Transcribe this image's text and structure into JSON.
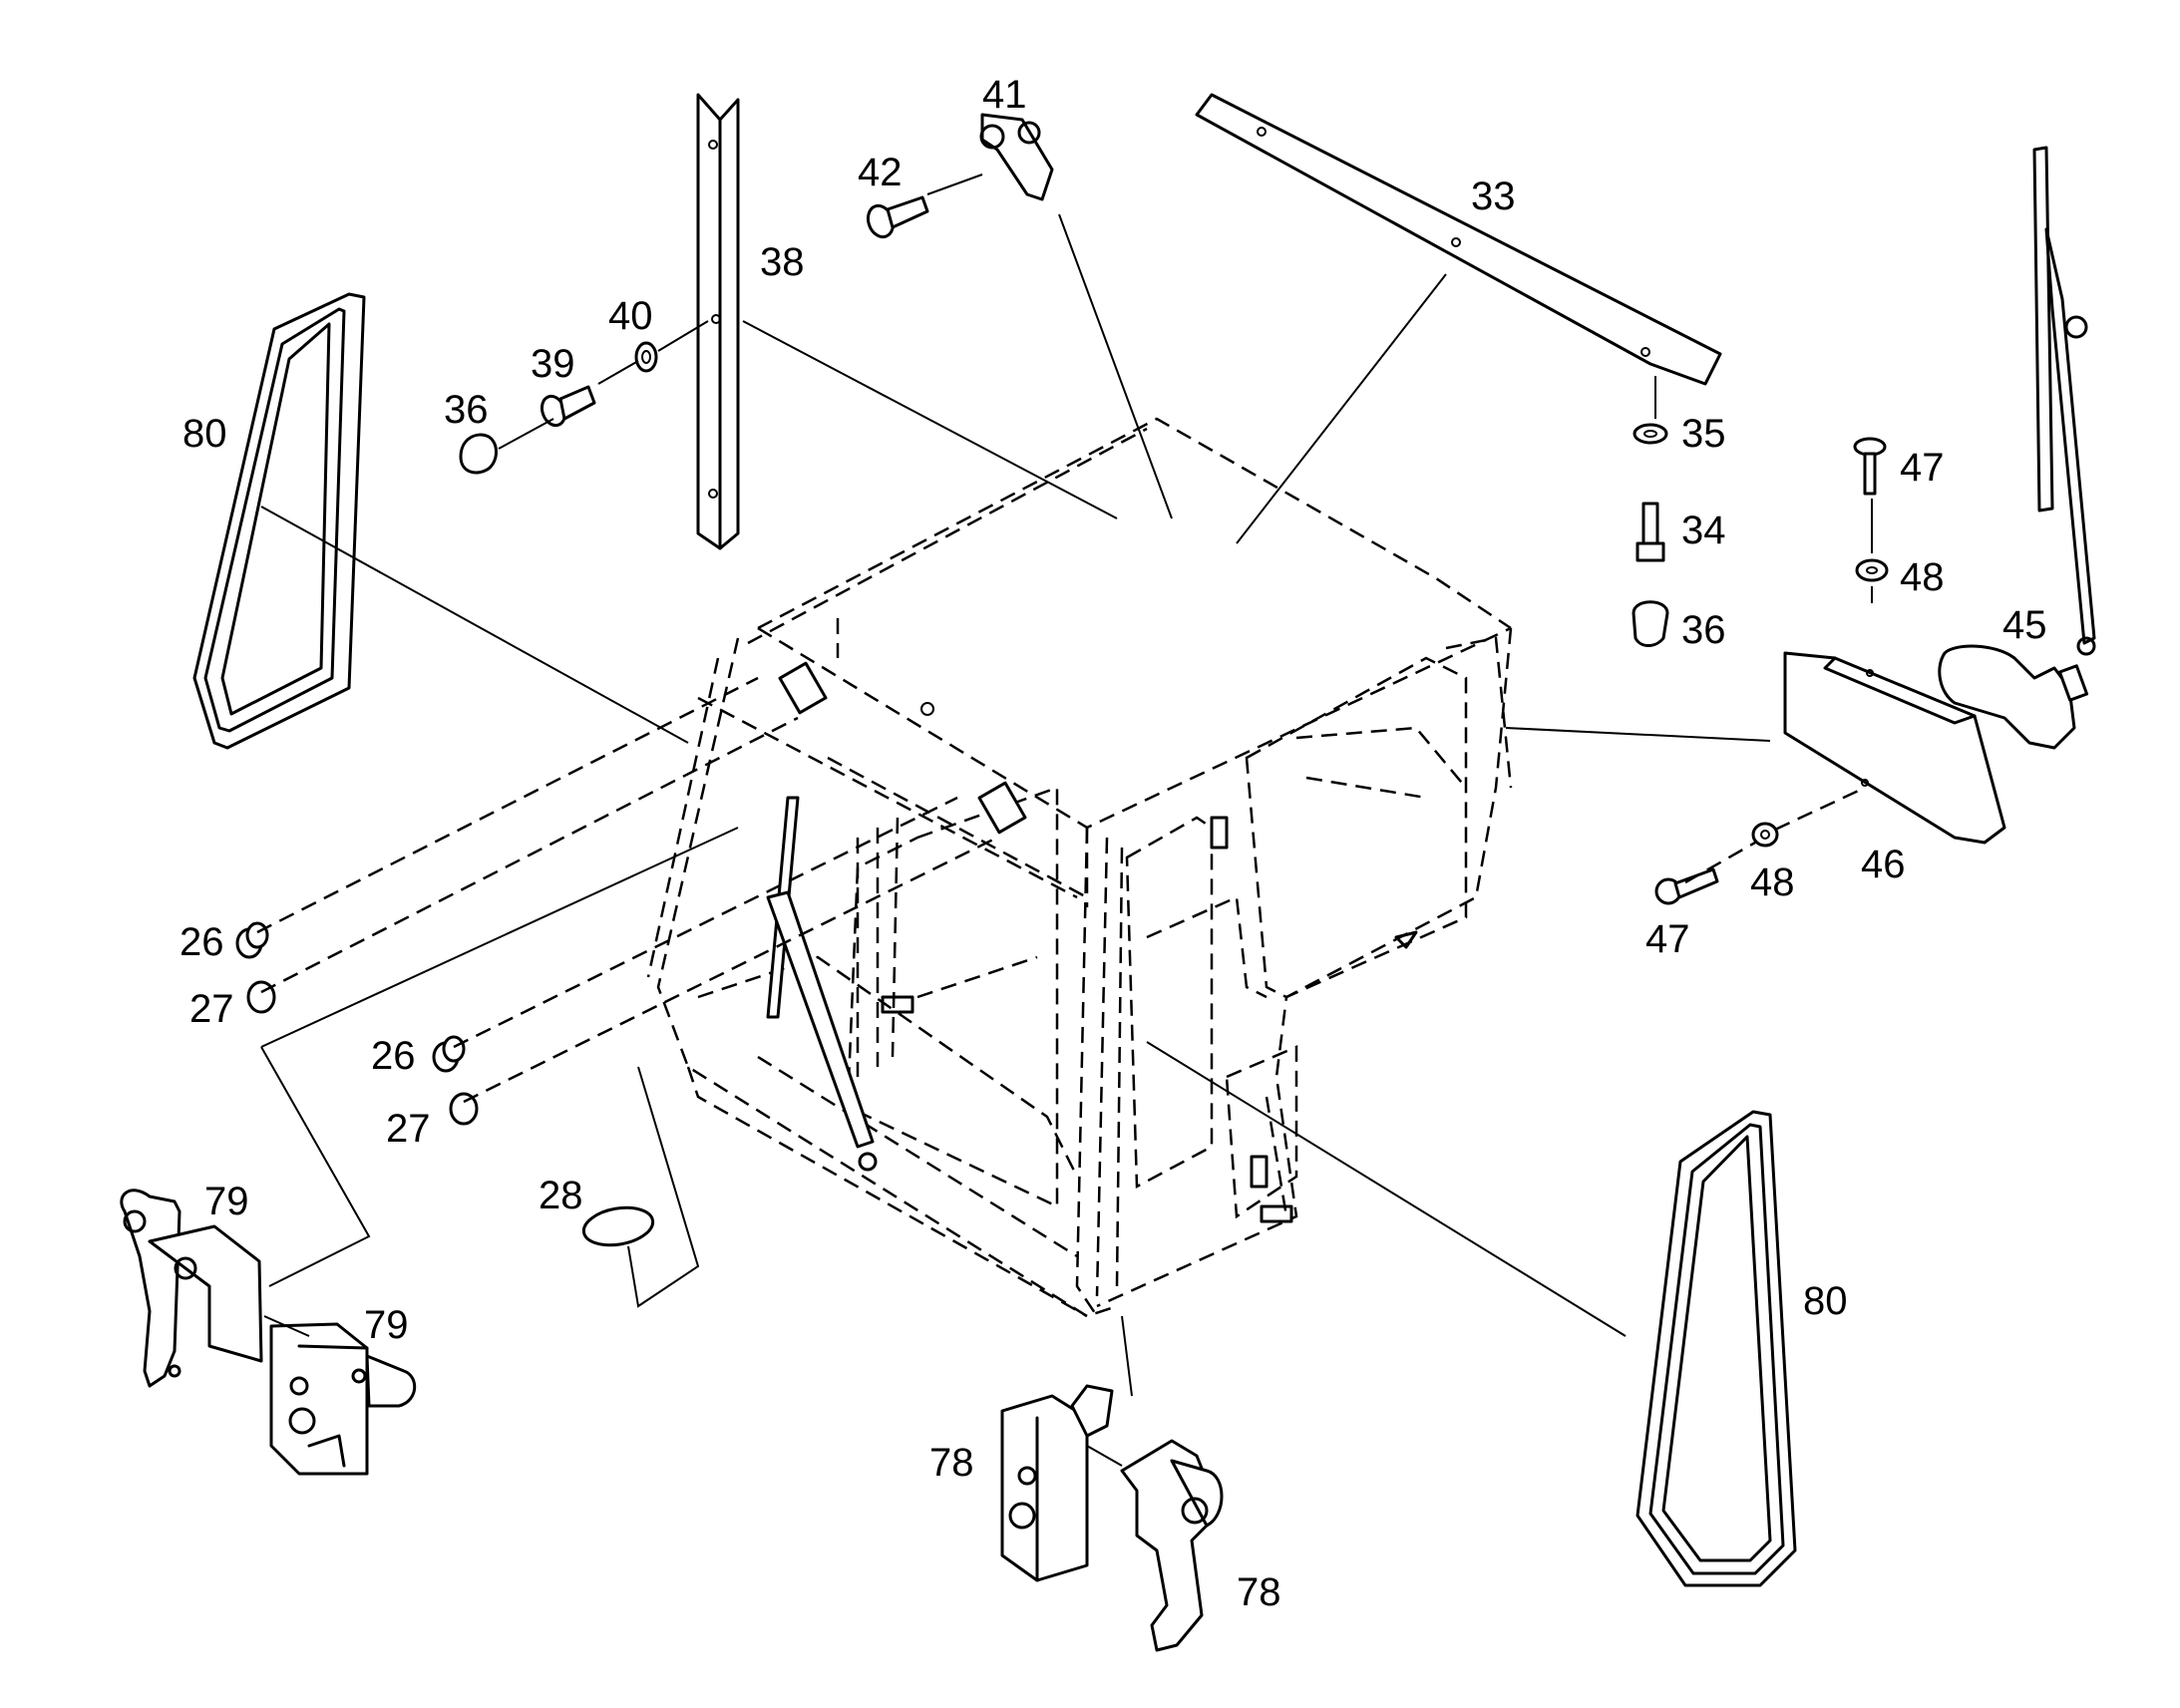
{
  "colors": {
    "line": "#000000",
    "background": "#ffffff"
  },
  "callouts": {
    "c26a": "26",
    "c27a": "27",
    "c26b": "26",
    "c27b": "27",
    "c28": "28",
    "c33": "33",
    "c34": "34",
    "c35": "35",
    "c36a": "36",
    "c36b": "36",
    "c38": "38",
    "c39": "39",
    "c40": "40",
    "c41": "41",
    "c42": "42",
    "c45": "45",
    "c46": "46",
    "c47a": "47",
    "c47b": "47",
    "c48a": "48",
    "c48b": "48",
    "c78a": "78",
    "c78b": "78",
    "c79a": "79",
    "c79b": "79",
    "c80a": "80",
    "c80b": "80"
  }
}
